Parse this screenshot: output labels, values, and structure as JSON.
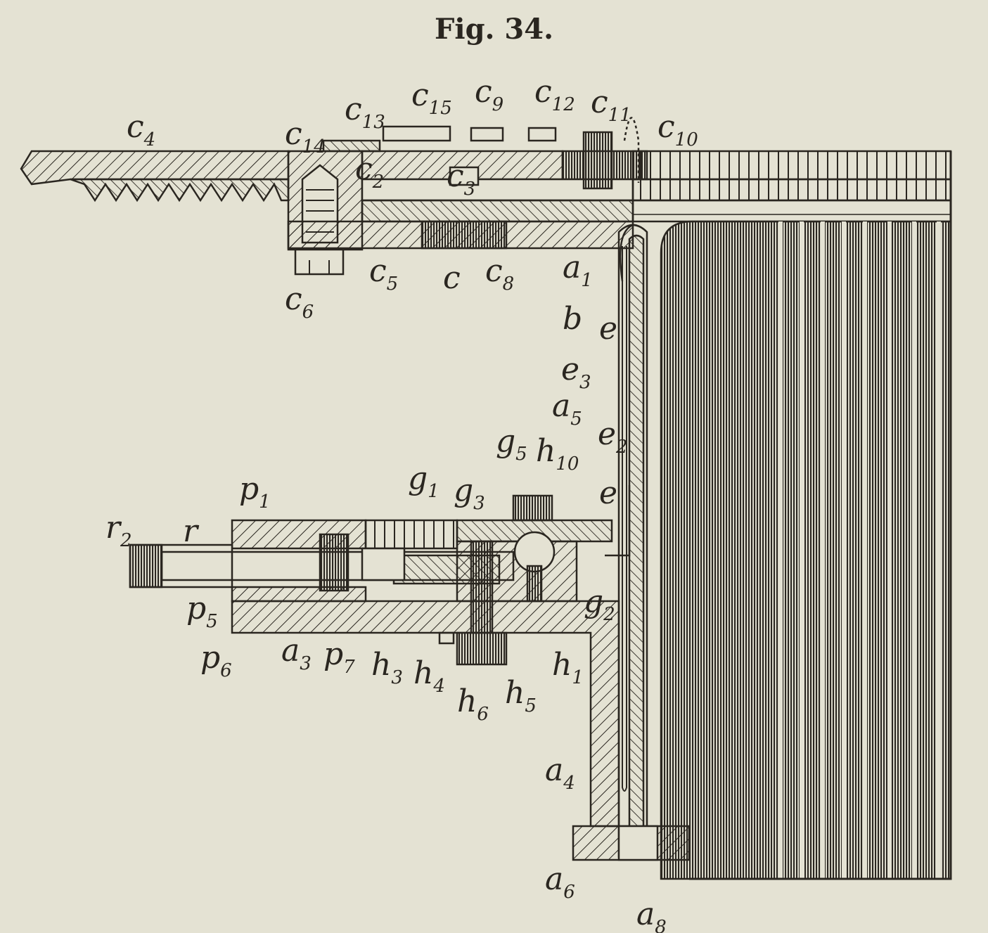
{
  "figure": {
    "title": "Fig. 34.",
    "ink_color": "#2a2620",
    "paper_color": "#e4e2d3"
  },
  "labels": [
    {
      "id": "c4",
      "main": "c",
      "sub": "4"
    },
    {
      "id": "c14",
      "main": "c",
      "sub": "14"
    },
    {
      "id": "c13",
      "main": "c",
      "sub": "13"
    },
    {
      "id": "c15",
      "main": "c",
      "sub": "15"
    },
    {
      "id": "c9",
      "main": "c",
      "sub": "9"
    },
    {
      "id": "c12",
      "main": "c",
      "sub": "12"
    },
    {
      "id": "c11",
      "main": "c",
      "sub": "11"
    },
    {
      "id": "c10",
      "main": "c",
      "sub": "10"
    },
    {
      "id": "c2",
      "main": "c",
      "sub": "2"
    },
    {
      "id": "c3",
      "main": "c",
      "sub": "3"
    },
    {
      "id": "c6",
      "main": "c",
      "sub": "6"
    },
    {
      "id": "c5",
      "main": "c",
      "sub": "5"
    },
    {
      "id": "c",
      "main": "c",
      "sub": ""
    },
    {
      "id": "c8",
      "main": "c",
      "sub": "8"
    },
    {
      "id": "a1",
      "main": "a",
      "sub": "1"
    },
    {
      "id": "b",
      "main": "b",
      "sub": ""
    },
    {
      "id": "e_top",
      "main": "e",
      "sub": ""
    },
    {
      "id": "e3",
      "main": "e",
      "sub": "3"
    },
    {
      "id": "a5",
      "main": "a",
      "sub": "5"
    },
    {
      "id": "g5",
      "main": "g",
      "sub": "5"
    },
    {
      "id": "h10",
      "main": "h",
      "sub": "10"
    },
    {
      "id": "e2",
      "main": "e",
      "sub": "2"
    },
    {
      "id": "e_mid",
      "main": "e",
      "sub": ""
    },
    {
      "id": "g1",
      "main": "g",
      "sub": "1"
    },
    {
      "id": "g3",
      "main": "g",
      "sub": "3"
    },
    {
      "id": "g2",
      "main": "g",
      "sub": "2"
    },
    {
      "id": "p1",
      "main": "p",
      "sub": "1"
    },
    {
      "id": "r2",
      "main": "r",
      "sub": "2"
    },
    {
      "id": "r",
      "main": "r",
      "sub": ""
    },
    {
      "id": "p5",
      "main": "p",
      "sub": "5"
    },
    {
      "id": "p6",
      "main": "p",
      "sub": "6"
    },
    {
      "id": "a3",
      "main": "a",
      "sub": "3"
    },
    {
      "id": "p7",
      "main": "p",
      "sub": "7"
    },
    {
      "id": "h3",
      "main": "h",
      "sub": "3"
    },
    {
      "id": "h4",
      "main": "h",
      "sub": "4"
    },
    {
      "id": "h6",
      "main": "h",
      "sub": "6"
    },
    {
      "id": "h5",
      "main": "h",
      "sub": "5"
    },
    {
      "id": "h1",
      "main": "h",
      "sub": "1"
    },
    {
      "id": "a4",
      "main": "a",
      "sub": "4"
    },
    {
      "id": "a6",
      "main": "a",
      "sub": "6"
    },
    {
      "id": "a8",
      "main": "a",
      "sub": "8"
    }
  ]
}
